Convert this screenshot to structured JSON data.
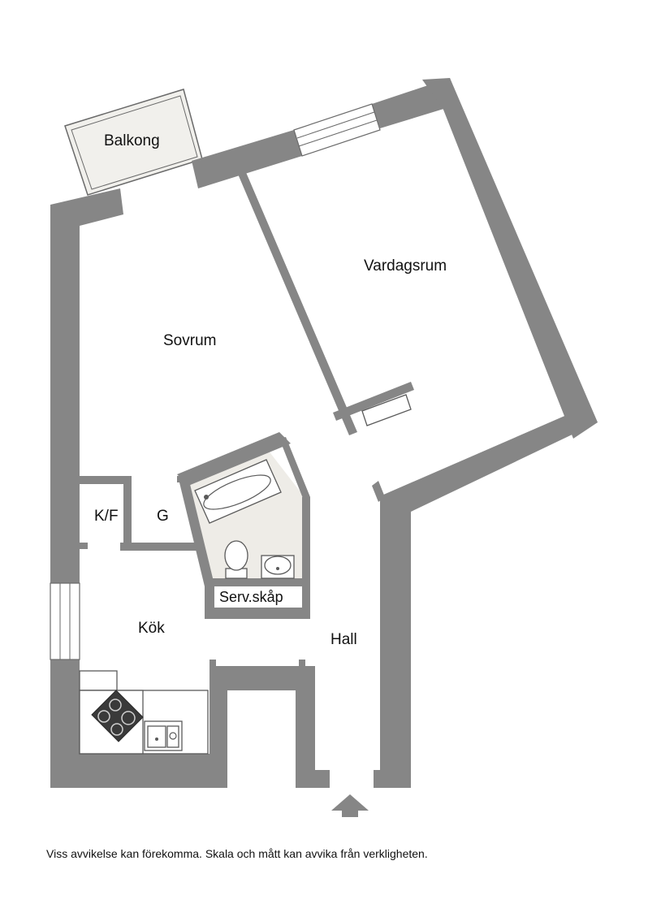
{
  "rooms": {
    "balkong": "Balkong",
    "vardagsrum": "Vardagsrum",
    "sovrum": "Sovrum",
    "kf": "K/F",
    "g": "G",
    "servskap": "Serv.skåp",
    "kok": "Kök",
    "hall": "Hall"
  },
  "disclaimer": "Viss avvikelse kan förekomma. Skala och mått kan avvika från verkligheten.",
  "colors": {
    "wall": "#868686",
    "bathroom_floor": "#eeece7",
    "balcony_floor": "#f1f0ec",
    "stove": "#3a3a3a"
  },
  "icons": {
    "entrance": "entrance-arrow-icon",
    "stove": "stove-icon",
    "sink": "kitchen-sink-icon",
    "bathtub": "bathtub-icon",
    "toilet": "toilet-icon",
    "washbasin": "washbasin-icon"
  }
}
